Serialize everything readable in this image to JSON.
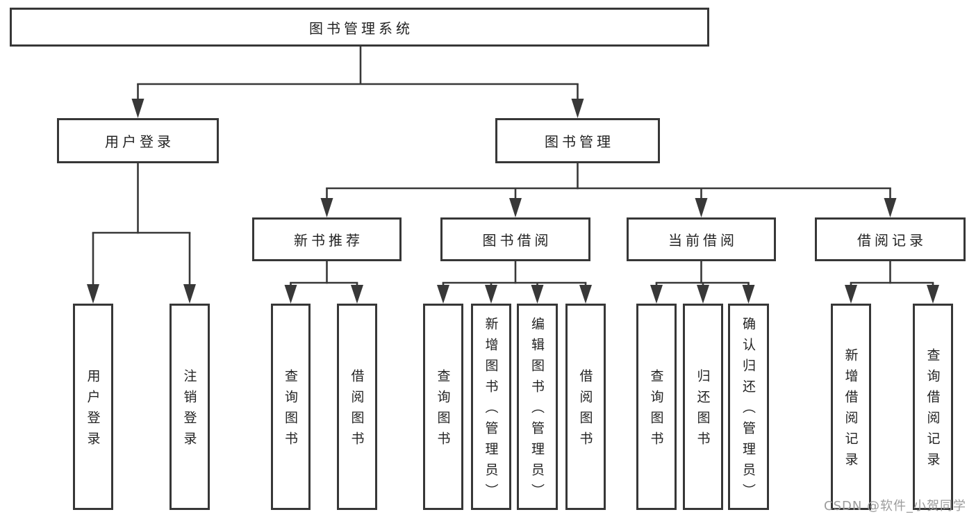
{
  "tree": {
    "root": {
      "label": "图书管理系统"
    },
    "user_login": {
      "label": "用户登录",
      "children": [
        {
          "label": "用户登录"
        },
        {
          "label": "注销登录"
        }
      ]
    },
    "book_management": {
      "label": "图书管理",
      "sections": {
        "new_book_recommend": {
          "label": "新书推荐",
          "children": [
            {
              "label": "查询图书"
            },
            {
              "label": "借阅图书"
            }
          ]
        },
        "book_borrow": {
          "label": "图书借阅",
          "children": [
            {
              "label": "查询图书"
            },
            {
              "label": "新增图书（管理员）"
            },
            {
              "label": "编辑图书（管理员）"
            },
            {
              "label": "借阅图书"
            }
          ]
        },
        "current_borrow": {
          "label": "当前借阅",
          "children": [
            {
              "label": "查询图书"
            },
            {
              "label": "归还图书"
            },
            {
              "label": "确认归还（管理员）"
            }
          ]
        },
        "borrow_records": {
          "label": "借阅记录",
          "children": [
            {
              "label": "新增借阅记录"
            },
            {
              "label": "查询借阅记录"
            }
          ]
        }
      }
    }
  },
  "watermark": {
    "text": "CSDN @软件_小贺同学"
  },
  "colors": {
    "line": "#383838",
    "box_border": "#373737",
    "text": "#232323",
    "watermark": "#9c9c9c",
    "background": "#ffffff"
  }
}
